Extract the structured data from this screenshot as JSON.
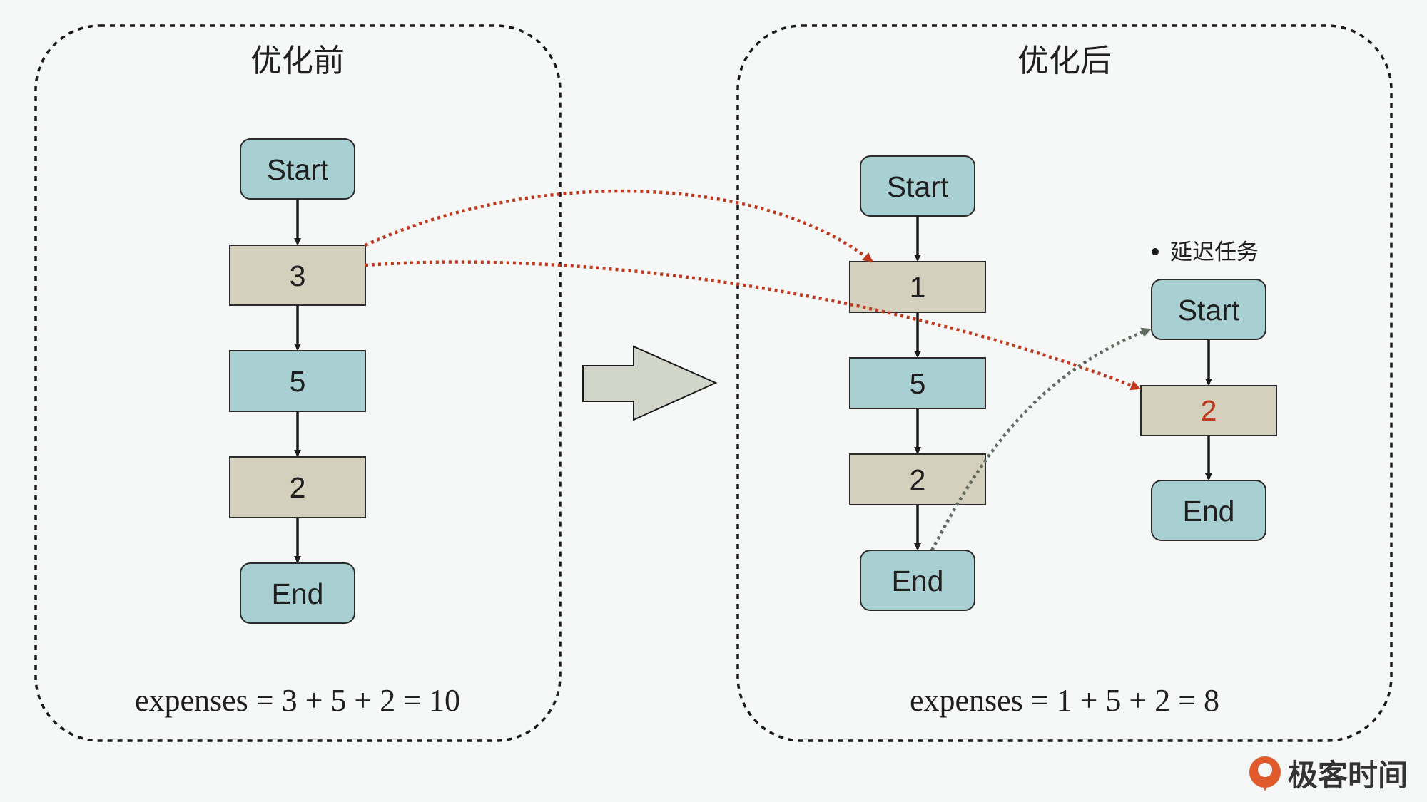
{
  "colors": {
    "teal_node": "#a8cfd1",
    "tan_node": "#d5cfbd",
    "stroke": "#2b2b2b",
    "red_arrow": "#c0391f",
    "gray_arrow": "#5f6b5f",
    "big_arrow_fill": "#d2d5c9",
    "highlight_text": "#c0391f"
  },
  "before": {
    "title": "优化前",
    "nodes": [
      "Start",
      "3",
      "5",
      "2",
      "End"
    ],
    "expenses": "expenses = 3 + 5 + 2 = 10"
  },
  "after": {
    "title": "优化后",
    "nodes": [
      "Start",
      "1",
      "5",
      "2",
      "End"
    ],
    "expenses": "expenses = 1 + 5 + 2 = 8"
  },
  "delayed": {
    "label": "延迟任务",
    "nodes": [
      "Start",
      "2",
      "End"
    ]
  },
  "icons": {
    "transition_arrow": "right-block-arrow-icon",
    "logo": "geektime-logo-icon"
  },
  "brand": {
    "name": "极客时间"
  }
}
